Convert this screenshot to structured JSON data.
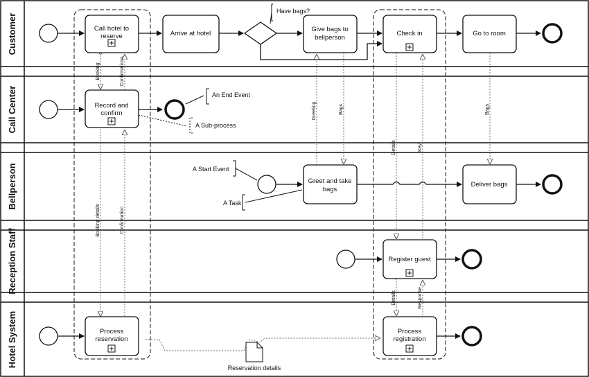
{
  "lanes": [
    {
      "id": "customer",
      "name": "Customer"
    },
    {
      "id": "callcenter",
      "name": "Call Center"
    },
    {
      "id": "bellperson",
      "name": "Bellperson"
    },
    {
      "id": "reception",
      "name": "Reception Staff"
    },
    {
      "id": "hotelsystem",
      "name": "Hotel System"
    }
  ],
  "tasks": {
    "call_hotel": [
      "Call hotel to",
      "reserve"
    ],
    "arrive": [
      "Arrive at hotel"
    ],
    "give_bags": [
      "Give bags to",
      "bellperson"
    ],
    "check_in": [
      "Check in"
    ],
    "go_room": [
      "Go to room"
    ],
    "record_confirm": [
      "Record and",
      "confirm"
    ],
    "greet": [
      "Greet and take",
      "bags"
    ],
    "deliver": [
      "Deliver bags"
    ],
    "register": [
      "Register guest"
    ],
    "process_reservation": [
      "Process",
      "reservation"
    ],
    "process_registration": [
      "Process",
      "registration"
    ]
  },
  "gateway_label": "Have bags?",
  "annotations": {
    "end_event": "An End Event",
    "sub_process": "A Sub-process",
    "start_event": "A Start Event",
    "task": "A Task"
  },
  "message_labels": {
    "booking": "Booking",
    "confirmations": "Confirmations",
    "booking_details": "Booking details",
    "confirmation": "Confirmation",
    "greeting": "Greeting",
    "bags1": "Bags",
    "details1": "Details",
    "key": "Key",
    "bags2": "Bags",
    "details2": "Details",
    "response": "Response"
  },
  "data_object_label": "Reservation details",
  "colors": {
    "stroke": "#111111",
    "message": "#777777",
    "background": "#ffffff"
  }
}
